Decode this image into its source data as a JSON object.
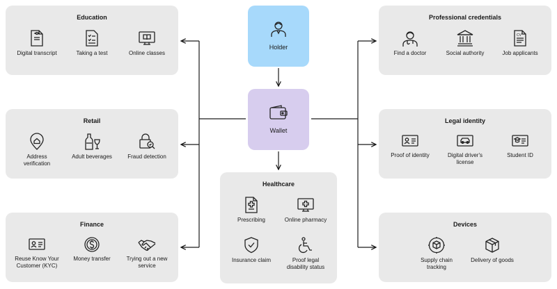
{
  "holder": {
    "label": "Holder",
    "icon": "person-icon"
  },
  "wallet": {
    "label": "Wallet",
    "icon": "wallet-icon"
  },
  "colors": {
    "holder_bg": "#a7d9fb",
    "wallet_bg": "#d7cdee",
    "box_bg": "#e9e9e9",
    "line": "#1a1a1a"
  },
  "education": {
    "title": "Education",
    "items": [
      {
        "label": "Digital transcript",
        "icon": "certificate-document-icon"
      },
      {
        "label": "Taking a test",
        "icon": "checklist-document-icon"
      },
      {
        "label": "Online classes",
        "icon": "monitor-book-icon"
      }
    ]
  },
  "retail": {
    "title": "Retail",
    "items": [
      {
        "label": "Address\nverification",
        "icon": "location-pin-icon"
      },
      {
        "label": "Adult beverages",
        "icon": "bottle-glass-icon"
      },
      {
        "label": "Fraud detection",
        "icon": "lock-search-icon"
      }
    ]
  },
  "finance": {
    "title": "Finance",
    "items": [
      {
        "label": "Reuse Know Your\nCustomer (KYC)",
        "icon": "id-card-icon"
      },
      {
        "label": "Money transfer",
        "icon": "dollar-coin-icon"
      },
      {
        "label": "Trying out a new\nservice",
        "icon": "handshake-icon"
      }
    ]
  },
  "professional": {
    "title": "Professional credentials",
    "items": [
      {
        "label": "Find a doctor",
        "icon": "doctor-icon"
      },
      {
        "label": "Social authority",
        "icon": "government-building-icon"
      },
      {
        "label": "Job applicants",
        "icon": "cv-document-icon"
      }
    ]
  },
  "legal": {
    "title": "Legal identity",
    "items": [
      {
        "label": "Proof of identity",
        "icon": "id-card-icon"
      },
      {
        "label": "Digital driver's\nlicense",
        "icon": "car-card-icon"
      },
      {
        "label": "Student ID",
        "icon": "student-card-icon"
      }
    ]
  },
  "devices": {
    "title": "Devices",
    "items": [
      {
        "label": "Supply chain\ntracking",
        "icon": "box-tracking-icon"
      },
      {
        "label": "Delivery of goods",
        "icon": "package-icon"
      }
    ]
  },
  "healthcare": {
    "title": "Healthcare",
    "items": [
      {
        "label": "Prescribing",
        "icon": "prescription-icon"
      },
      {
        "label": "Online pharmacy",
        "icon": "monitor-medical-icon"
      },
      {
        "label": "Insurance claim",
        "icon": "shield-check-icon"
      },
      {
        "label": "Proof legal\ndisability status",
        "icon": "wheelchair-icon"
      }
    ]
  }
}
